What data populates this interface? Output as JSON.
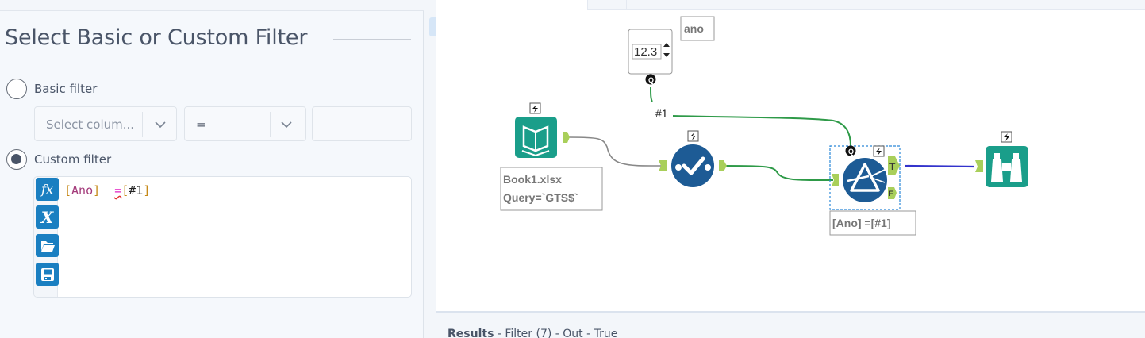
{
  "config": {
    "section_title": "Select Basic or Custom Filter",
    "basic_filter": {
      "label": "Basic filter",
      "selected": false,
      "column_placeholder": "Select colum...",
      "operator": "=",
      "value": ""
    },
    "custom_filter": {
      "label": "Custom filter",
      "selected": true,
      "expression": {
        "field": "Ano",
        "operator": "=",
        "constant": "#1"
      },
      "tools": [
        {
          "name": "function-icon",
          "glyph": "fx"
        },
        {
          "name": "variable-icon",
          "glyph": "X"
        },
        {
          "name": "open-folder-icon",
          "glyph": "folder"
        },
        {
          "name": "save-icon",
          "glyph": "floppy"
        }
      ]
    }
  },
  "canvas": {
    "nodes": {
      "numeric_updown": {
        "value": "12.3",
        "label": "ano"
      },
      "input": {
        "annotation_line1": "Book1.xlsx",
        "annotation_line2": "Query=`GTS$`"
      },
      "select": {},
      "filter": {
        "annotation": "[Ano] =[#1]",
        "true_anchor": "T",
        "false_anchor": "F",
        "question_anchor": "Q"
      },
      "browse": {}
    },
    "connection_label": "#1",
    "colors": {
      "input_teal": "#1a9e8a",
      "tool_blue": "#1d5b95",
      "anchor_green": "#a9cf5a",
      "connection_gray": "#888888",
      "connection_green": "#2e9a48",
      "connection_blue": "#3333cc",
      "selection_dash": "#2b88d8"
    }
  },
  "results": {
    "title": "Results",
    "subtitle": " - Filter (7) - Out - True"
  }
}
